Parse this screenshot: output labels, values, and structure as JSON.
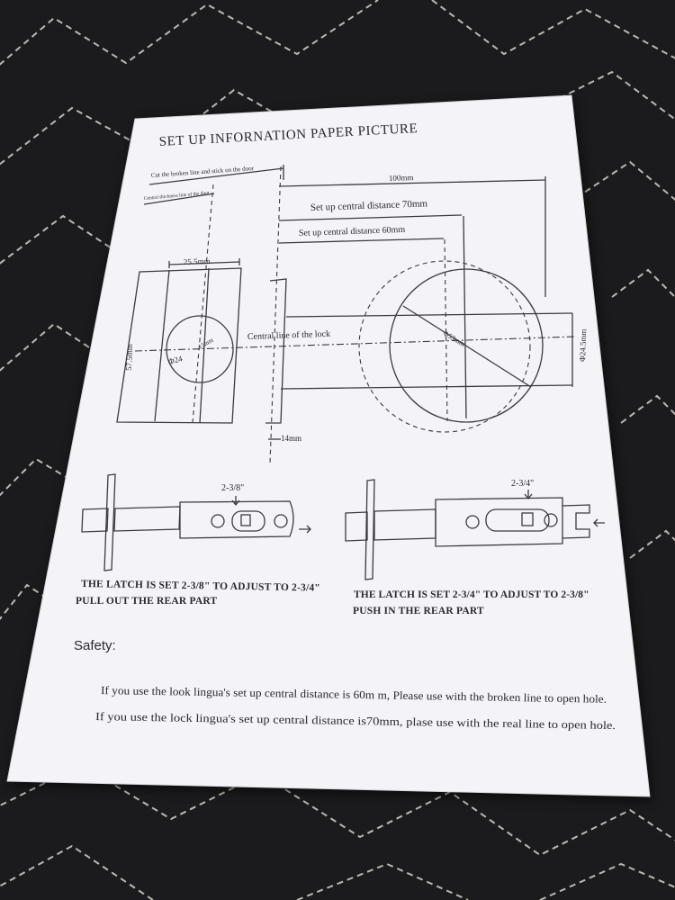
{
  "sheet": {
    "title": "SET UP INFORNATION PAPER PICTURE",
    "note_cut": "Cut the broken line and stick on the door",
    "note_central": "Central thickness line of the door",
    "dim_100": "100mm",
    "dim_70": "Set up central distance 70mm",
    "dim_60": "Set up central distance 60mm",
    "dim_25_5": "25.5mm",
    "dim_57_5": "57.5mm",
    "dim_phi24": "Φ24",
    "dim_15": "15mm",
    "central_line": "Central line of the lock",
    "dim_phi53": "Φ53mm",
    "dim_phi24_5": "Φ24.5mm",
    "dim_14": "14mm",
    "latch_left_size": "2-3/8\"",
    "latch_right_size": "2-3/4\"",
    "latch_left_caption_1": "THE LATCH IS SET 2-3/8\" TO ADJUST TO 2-3/4\"",
    "latch_left_caption_2": "PULL OUT THE REAR PART",
    "latch_right_caption_1": "THE LATCH IS SET 2-3/4\" TO ADJUST TO 2-3/8\"",
    "latch_right_caption_2": "PUSH IN THE REAR PART",
    "safety_heading": "Safety:",
    "safety_line_1": "If you use the look lingua's set up central distance is 60m m, Please use with the broken line to open hole.",
    "safety_line_2": "If you use the lock lingua's set up central distance is70mm, plase use with the real line to open hole."
  },
  "colors": {
    "background": "#1b1b1d",
    "stitching": "#d8d4cc",
    "paper": "#f4f4f8",
    "ink": "#2a2a2e"
  }
}
